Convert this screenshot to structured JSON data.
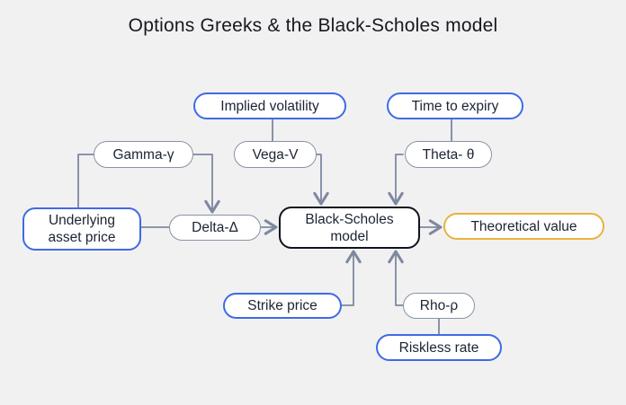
{
  "title": "Options Greeks & the Black-Scholes model",
  "nodes": {
    "implied_volatility": {
      "label": "Implied volatility",
      "style": "blue-outline"
    },
    "time_to_expiry": {
      "label": "Time to expiry",
      "style": "blue-outline"
    },
    "gamma": {
      "label": "Gamma-γ",
      "style": "slate-outline"
    },
    "vega": {
      "label": "Vega-V",
      "style": "slate-outline"
    },
    "theta": {
      "label": "Theta- θ",
      "style": "slate-outline"
    },
    "underlying_asset_price": {
      "label": "Underlying asset price",
      "style": "blue-outline"
    },
    "delta": {
      "label": "Delta-Δ",
      "style": "slate-outline"
    },
    "black_scholes_model": {
      "label": "Black-Scholes model",
      "style": "black-outline"
    },
    "theoretical_value": {
      "label": "Theoretical value",
      "style": "amber-outline"
    },
    "strike_price": {
      "label": "Strike price",
      "style": "blue-outline"
    },
    "rho": {
      "label": "Rho-ρ",
      "style": "slate-outline"
    },
    "riskless_rate": {
      "label": "Riskless rate",
      "style": "blue-outline"
    }
  },
  "edges": [
    {
      "from": "implied_volatility",
      "to": "vega",
      "arrow": false
    },
    {
      "from": "time_to_expiry",
      "to": "theta",
      "arrow": false
    },
    {
      "from": "gamma",
      "to": "underlying_asset_price",
      "arrow": false
    },
    {
      "from": "gamma",
      "to": "delta",
      "arrow": true
    },
    {
      "from": "underlying_asset_price",
      "to": "delta",
      "arrow": false
    },
    {
      "from": "delta",
      "to": "black_scholes_model",
      "arrow": true
    },
    {
      "from": "vega",
      "to": "black_scholes_model",
      "arrow": true
    },
    {
      "from": "theta",
      "to": "black_scholes_model",
      "arrow": true
    },
    {
      "from": "strike_price",
      "to": "black_scholes_model",
      "arrow": true
    },
    {
      "from": "rho",
      "to": "black_scholes_model",
      "arrow": true
    },
    {
      "from": "riskless_rate",
      "to": "rho",
      "arrow": false
    },
    {
      "from": "black_scholes_model",
      "to": "theoretical_value",
      "arrow": true
    }
  ],
  "colors": {
    "background": "#f1f1f2",
    "node_fill": "#ffffff",
    "accent_blue": "#3e6be4",
    "neutral_slate": "#8793a7",
    "connector_slate": "#7e889e",
    "model_border": "#10141f",
    "highlight_amber": "#e8b23b",
    "text": "#1b2434"
  }
}
